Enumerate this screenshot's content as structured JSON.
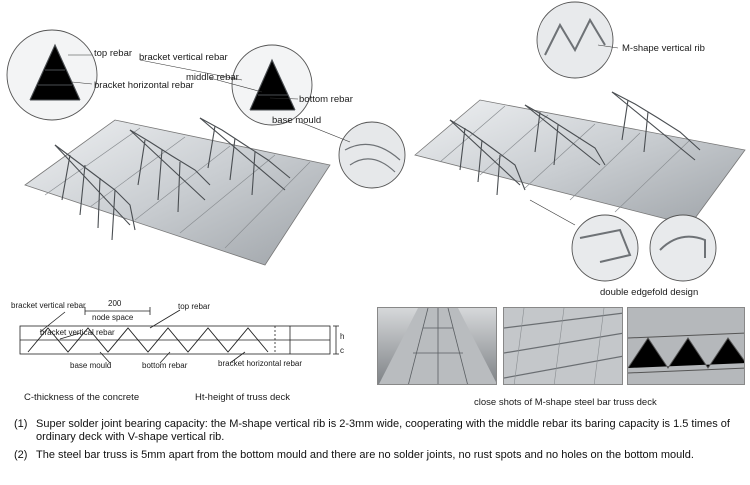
{
  "labels": {
    "top_rebar": "top rebar",
    "bracket_vertical_rebar": "bracket vertical rebar",
    "middle_rebar": "middle rebar",
    "bracket_horizontal_rebar": "bracket horizontal rebar",
    "bottom_rebar": "bottom rebar",
    "base_mould": "base mould",
    "m_shape_vertical_rib": "M-shape vertical rib",
    "double_edgefold_design": "double edgefold design"
  },
  "section_diagram": {
    "bracket_vertical_rebar": "bracket vertical rebar",
    "dimension": "200",
    "node_space": "node space",
    "top_rebar": "top rebar",
    "bracket_vertical_rebar_2": "bracket vertical rebar",
    "base_mould": "base mould",
    "bottom_rebar": "bottom rebar",
    "bracket_horizontal_rebar": "bracket horizontal rebar",
    "dim_h": "h",
    "dim_c": "c",
    "caption_c": "C-thickness of the concrete",
    "caption_h": "Ht-height of truss deck"
  },
  "photos_caption": "close shots of M-shape steel bar truss deck",
  "notes": [
    {
      "num": "(1)",
      "text": "Super solder joint bearing capacity:  the M-shape vertical rib is 2-3mm wide, cooperating with the middle rebar its baring capacity is 1.5 times of ordinary deck with V-shape vertical rib."
    },
    {
      "num": "(2)",
      "text": "The steel bar truss is 5mm apart from the bottom mould and there are no solder joints, no rust spots and no holes on the bottom mould."
    }
  ],
  "colors": {
    "steel_light": "#e4e6e8",
    "steel_mid": "#b8bcc0",
    "steel_dark": "#6e7276",
    "line": "#333333"
  }
}
